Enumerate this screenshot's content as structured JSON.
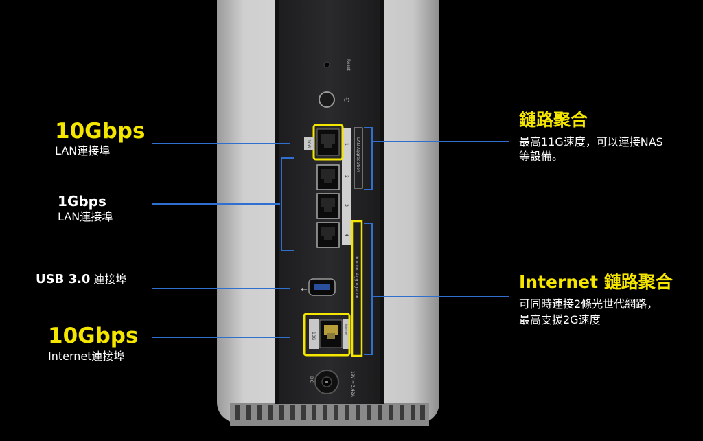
{
  "left_labels": {
    "lan10g": {
      "title": "10Gbps",
      "subtitle": "LAN連接埠"
    },
    "lan1g": {
      "title": "1Gbps",
      "subtitle": "LAN連接埠"
    },
    "usb": {
      "title": "USB 3.0",
      "subtitle": "連接埠"
    },
    "wan10g": {
      "title": "10Gbps",
      "subtitle": "Internet連接埠"
    }
  },
  "right_labels": {
    "lan_agg": {
      "title": "鏈路聚合",
      "line1": "最高11G速度，可以連接NAS",
      "line2": "等設備。"
    },
    "wan_agg": {
      "title": "Internet 鏈路聚合",
      "line1": "可同時連接2條光世代網路，",
      "line2": "最高支援2G速度"
    }
  },
  "device_text": {
    "reset": "Reset",
    "lan_aggregation": "LAN Aggregation",
    "internet_aggregation": "Internet Aggregation",
    "port_10g": "10G",
    "port_internet": "Internet",
    "port_nums": [
      "1",
      "2",
      "3",
      "4"
    ],
    "dc": "DC",
    "power_rating": "19V ⎓ 3.42A"
  },
  "colors": {
    "accent_yellow": "#f5e600",
    "line_blue": "#2f6fd0",
    "background": "#000000"
  }
}
